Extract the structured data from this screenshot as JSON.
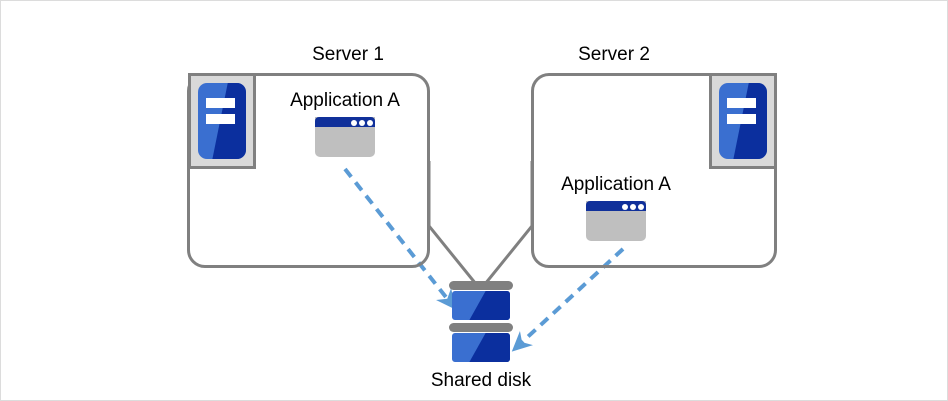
{
  "diagram": {
    "title_hidden": "",
    "colors": {
      "box_border": "#808080",
      "connector": "#808080",
      "arrow": "#5b9bd5",
      "icon_blue_light": "#3a6fd0",
      "icon_blue_dark": "#0b2f9e",
      "icon_gray": "#d9d9d9",
      "window_gray": "#bfbfbf",
      "titlebar_blue": "#10309a",
      "page_border": "#dcdcdc",
      "text": "#000000"
    },
    "nodes": [
      {
        "id": "server1",
        "label": "Server 1",
        "icon": "server-icon",
        "app_label": "Application A",
        "app_icon": "application-window-icon"
      },
      {
        "id": "server2",
        "label": "Server 2",
        "icon": "server-icon",
        "app_label": "Application A",
        "app_icon": "application-window-icon"
      }
    ],
    "shared_disk": {
      "label": "Shared disk",
      "icon": "disk-stack-icon"
    },
    "connections": [
      {
        "from": "server1",
        "to": "shared-disk",
        "style": "solid",
        "color": "#808080"
      },
      {
        "from": "server2",
        "to": "shared-disk",
        "style": "solid",
        "color": "#808080"
      },
      {
        "from": "server1-application-a",
        "to": "shared-disk",
        "style": "dashed-arrow",
        "color": "#5b9bd5"
      },
      {
        "from": "server2-application-a",
        "to": "shared-disk",
        "style": "dashed-arrow",
        "color": "#5b9bd5"
      }
    ]
  }
}
